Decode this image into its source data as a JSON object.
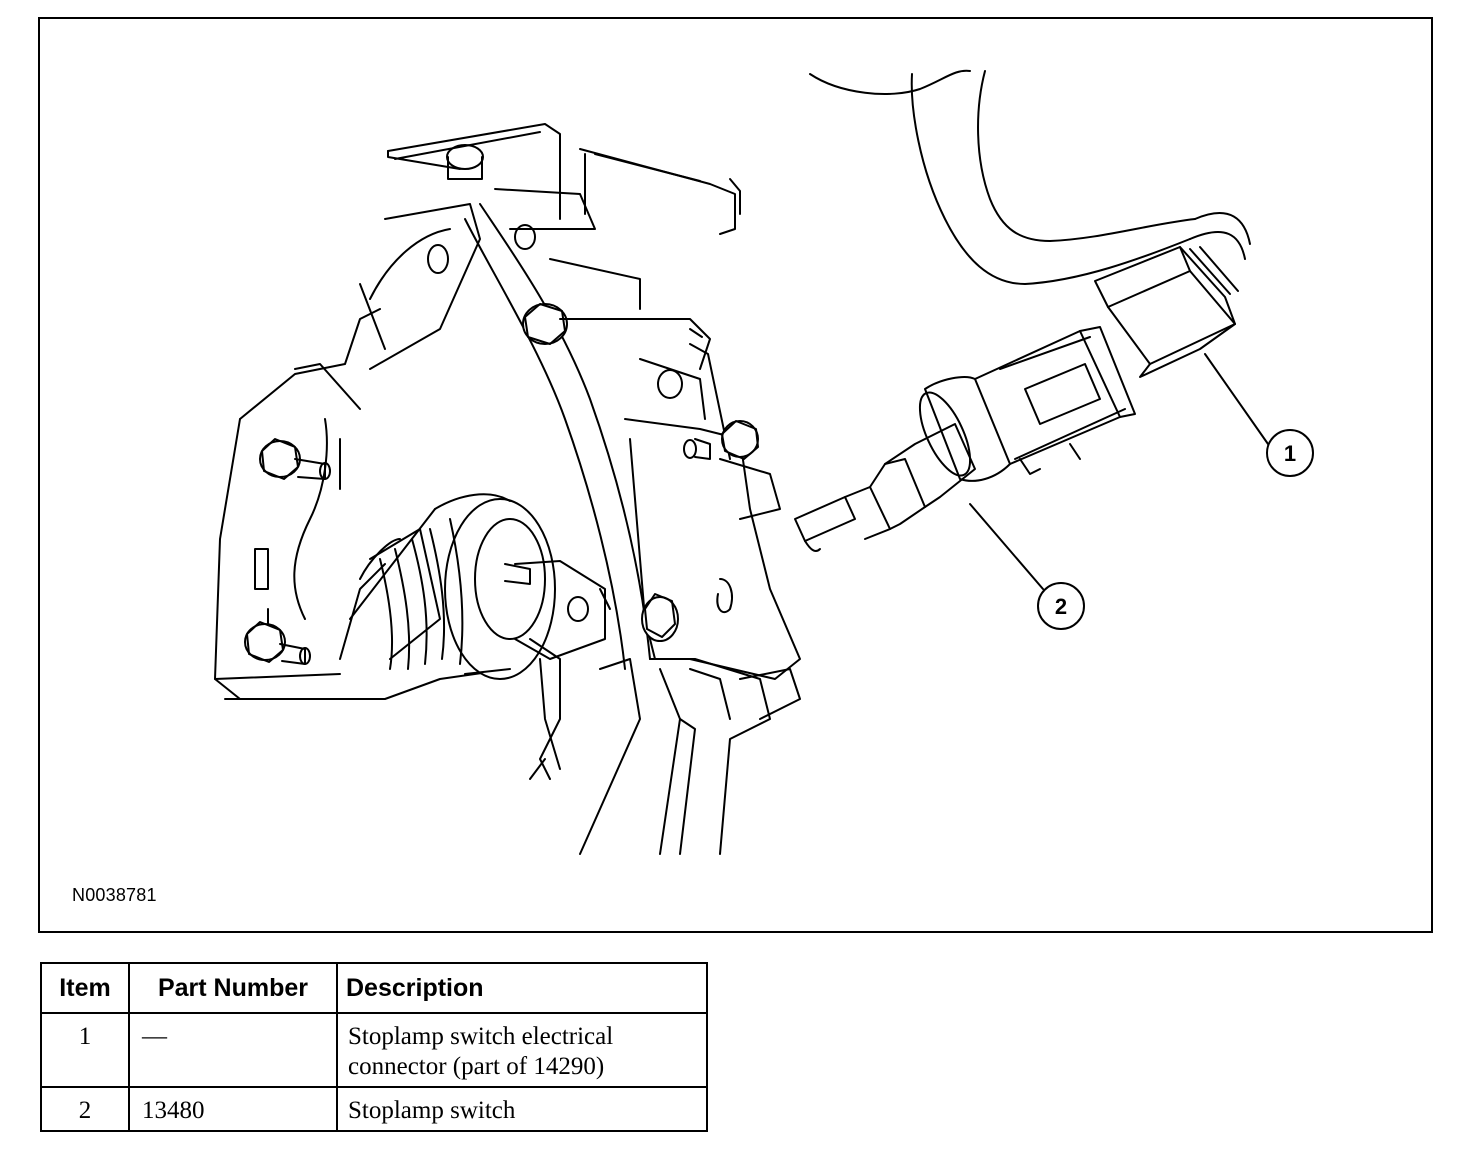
{
  "figure": {
    "id": "N0038781",
    "callouts": [
      {
        "number": "1"
      },
      {
        "number": "2"
      }
    ]
  },
  "parts_table": {
    "headers": {
      "item": "Item",
      "part_number": "Part Number",
      "description": "Description"
    },
    "rows": [
      {
        "item": "1",
        "part_number": "—",
        "description_line1": "Stoplamp switch electrical",
        "description_line2": "connector (part of 14290)"
      },
      {
        "item": "2",
        "part_number": "13480",
        "description_line1": "Stoplamp switch",
        "description_line2": ""
      }
    ]
  }
}
